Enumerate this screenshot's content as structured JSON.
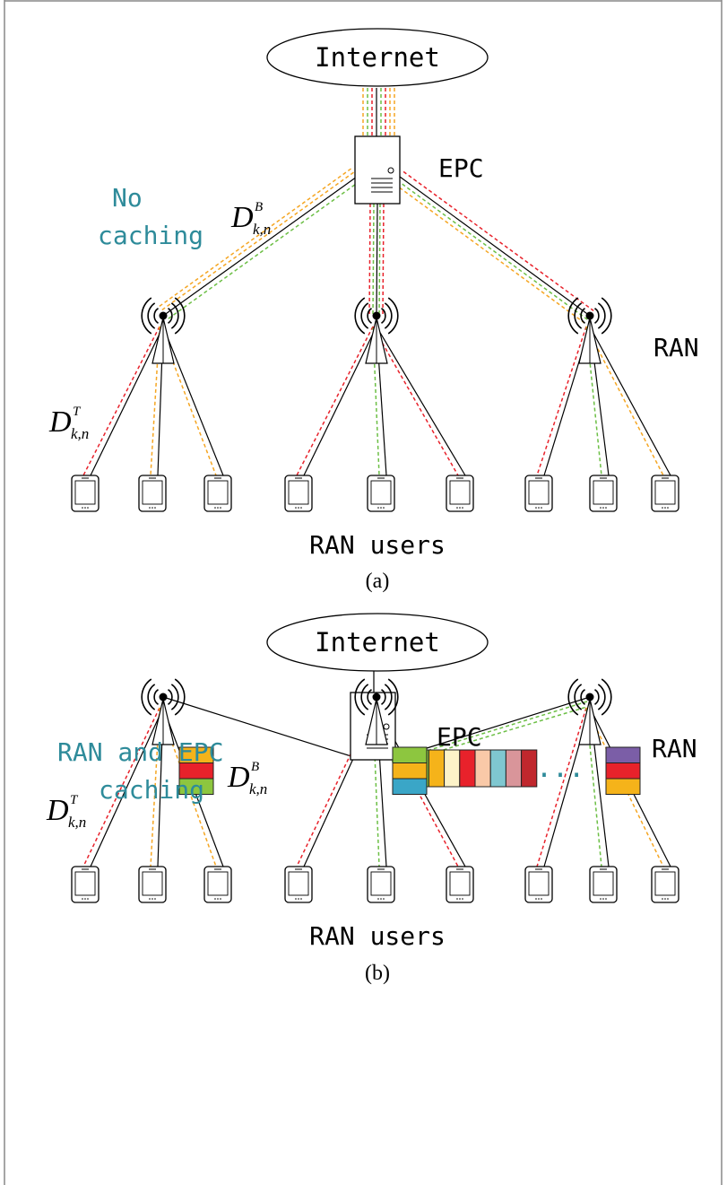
{
  "panel_a": {
    "internet_label": "Internet",
    "epc_label": "EPC",
    "ran_label": "RAN",
    "users_label": "RAN users",
    "scenario_label": [
      "No",
      "caching"
    ],
    "backhaul_delay": {
      "base": "D",
      "sup": "B",
      "sub": "k,n"
    },
    "transmission_delay": {
      "base": "D",
      "sup": "T",
      "sub": "k,n"
    },
    "caption": "(a)"
  },
  "panel_b": {
    "internet_label": "Internet",
    "epc_label": "EPC",
    "ran_label": "RAN",
    "users_label": "RAN users",
    "scenario_label": [
      "RAN and EPC",
      "caching"
    ],
    "backhaul_delay": {
      "base": "D",
      "sup": "B",
      "sub": "k,n"
    },
    "transmission_delay": {
      "base": "D",
      "sup": "T",
      "sub": "k,n"
    },
    "caption": "(b)",
    "ellipsis": "...",
    "epc_cache_colors": [
      "#7b5ea7",
      "#8dc63f",
      "#f5b31a",
      "#fdf3c8",
      "#e8222b",
      "#f9c9a8",
      "#7fc7d0",
      "#d9959a",
      "#c0272d"
    ],
    "bs_caches": [
      [
        "#f5b31a",
        "#e8222b",
        "#8dc63f"
      ],
      [
        "#8dc63f",
        "#f5b31a",
        "#3aa6c7"
      ],
      [
        "#7b5ea7",
        "#e8222b",
        "#f5b31a"
      ]
    ]
  },
  "colors": {
    "teal_label": "#2e8b9a",
    "red_link": "#e8222b",
    "green_link": "#6cbf45",
    "orange_link": "#f5a623"
  }
}
